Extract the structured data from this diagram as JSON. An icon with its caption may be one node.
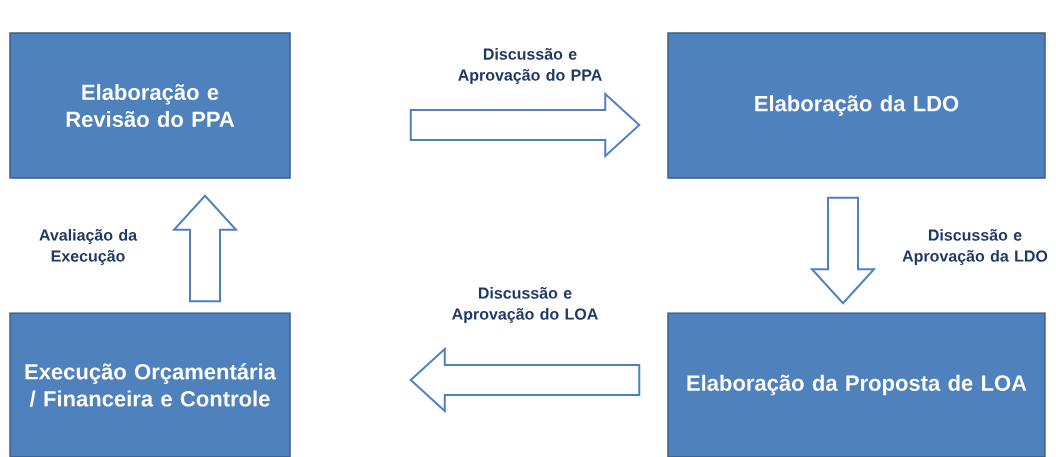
{
  "diagram": {
    "nodes": [
      {
        "text": [
          "Elaboração e Revisão do PPA"
        ]
      },
      {
        "text": [
          "Elaboração da LDO"
        ]
      },
      {
        "text": [
          "Elaboração da Proposta de LOA"
        ]
      },
      {
        "text": [
          "Execução Orçamentária / Financeira e Controle"
        ]
      }
    ],
    "edges": [
      {
        "from": 0,
        "to": 1,
        "arrow": "to",
        "label": "Discussão e Aprovação do PPA"
      },
      {
        "from": 1,
        "to": 2,
        "arrow": "to",
        "label": "Discussão e Aprovação da LDO"
      },
      {
        "from": 2,
        "to": 3,
        "arrow": "to",
        "label": "Discussão e Aprovação do LOA"
      },
      {
        "from": 3,
        "to": 0,
        "arrow": "to",
        "label": "Avaliação da Execução"
      }
    ]
  }
}
